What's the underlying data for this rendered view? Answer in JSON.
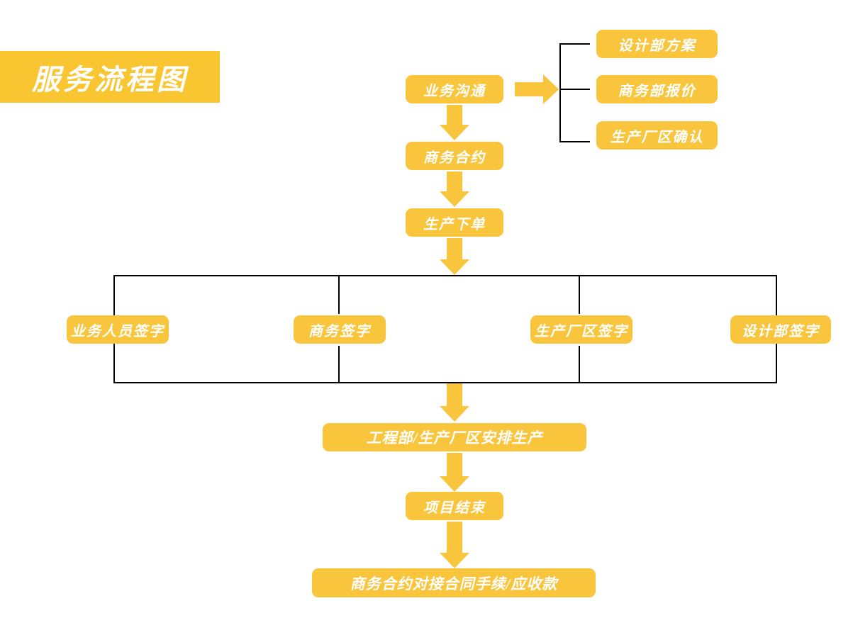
{
  "title": {
    "text": "服务流程图"
  },
  "colors": {
    "node_fill": "#F9C53D",
    "banner_fill": "#F9C531",
    "node_text": "#FFFFFF",
    "connector": "#000000",
    "background": "#FFFFFF"
  },
  "flow": {
    "main_chain": [
      {
        "id": "start",
        "label": "业务沟通"
      },
      {
        "id": "contract",
        "label": "商务合约"
      },
      {
        "id": "order",
        "label": "生产下单"
      }
    ],
    "branch_top": {
      "items": [
        {
          "id": "design-plan",
          "label": "设计部方案"
        },
        {
          "id": "business-quote",
          "label": "商务部报价"
        },
        {
          "id": "factory-confirm",
          "label": "生产厂区确认"
        }
      ]
    },
    "signature_row": {
      "items": [
        {
          "id": "sales-sign",
          "label": "业务人员签字"
        },
        {
          "id": "business-sign",
          "label": "商务签字"
        },
        {
          "id": "factory-sign",
          "label": "生产厂区签字"
        },
        {
          "id": "design-sign",
          "label": "设计部签字"
        }
      ]
    },
    "tail_chain": [
      {
        "id": "arrange-production",
        "label": "工程部/生产厂区安排生产"
      },
      {
        "id": "project-end",
        "label": "项目结束"
      },
      {
        "id": "settlement",
        "label": "商务合约对接合同手续/应收款"
      }
    ]
  }
}
